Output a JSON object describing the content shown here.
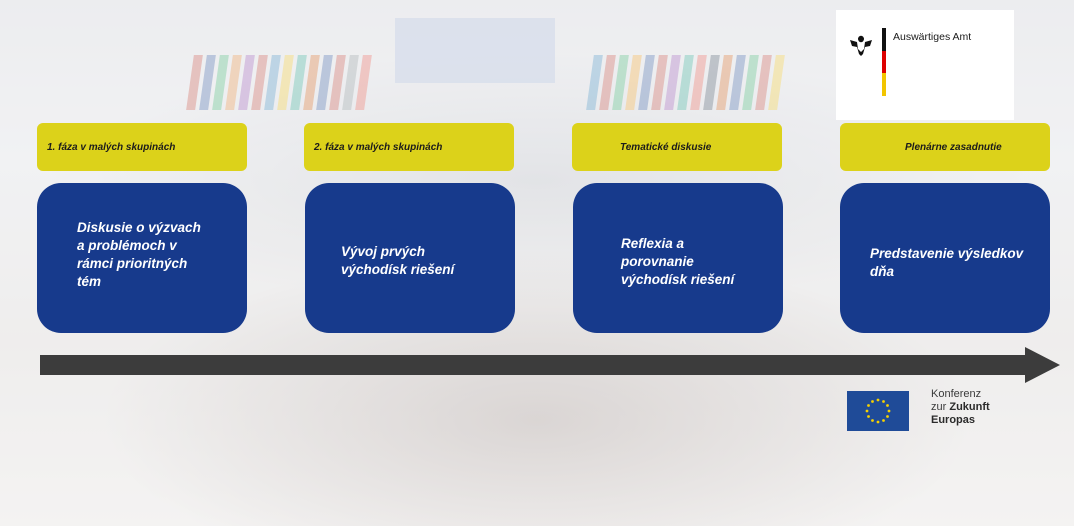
{
  "logos": {
    "auswaertiges_amt": {
      "name": "Auswärtiges Amt"
    },
    "conference": {
      "line1": "Konferenz",
      "line2_prefix": "zur ",
      "line2_bold": "Zukunft",
      "line3": "Europas"
    }
  },
  "stages": [
    {
      "phase": "1. fáza v malých skupinách",
      "description": [
        "Diskusie o výzvach",
        "a problémoch v",
        "rámci prioritných",
        "tém"
      ]
    },
    {
      "phase": "2. fáza v malých skupinách",
      "description": [
        "Vývoj prvých",
        "východísk riešení"
      ]
    },
    {
      "phase": "Tematické diskusie",
      "description": [
        "Reflexia a",
        "porovnanie",
        "východísk riešení"
      ]
    },
    {
      "phase": "Plenárne zasadnutie",
      "description": [
        "Predstavenie výsledkov",
        "dňa"
      ]
    }
  ],
  "colors": {
    "phase_label": "#dcd21a",
    "card": "#173a8c",
    "arrow": "#3c3c3c"
  }
}
